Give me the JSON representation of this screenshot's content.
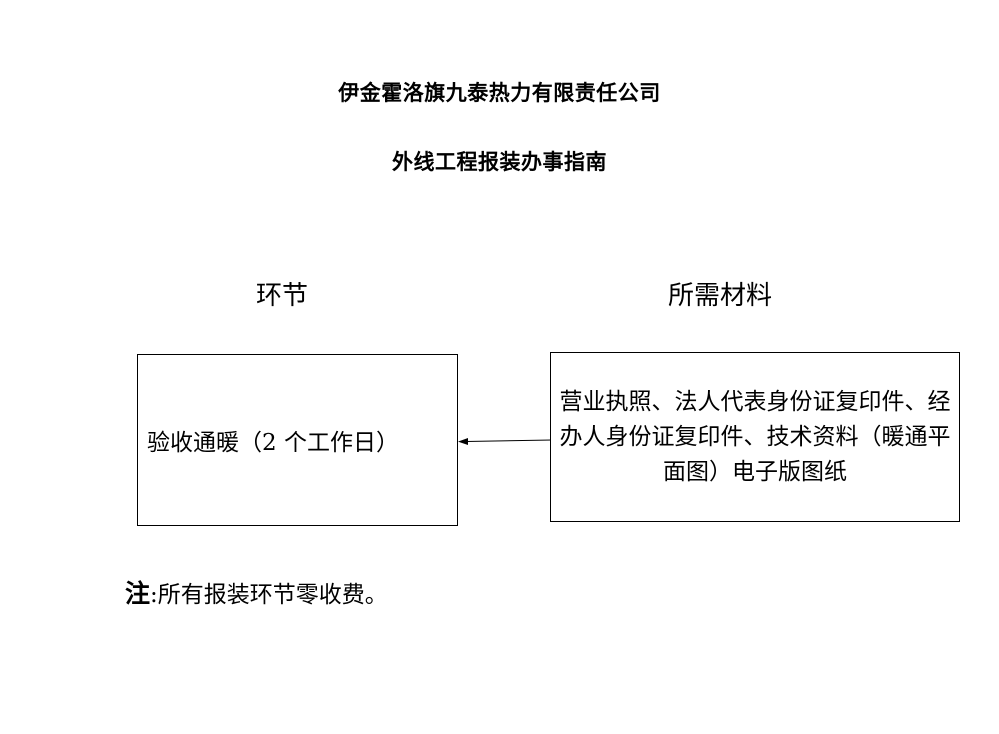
{
  "document": {
    "company_title": "伊金霍洛旗九泰热力有限责任公司",
    "guide_title": "外线工程报装办事指南"
  },
  "headers": {
    "stage": "环节",
    "materials": "所需材料"
  },
  "flow": {
    "stage_text": "验收通暖（2 个工作日）",
    "materials_text": "营业执照、法人代表身份证复印件、经办人身份证复印件、技术资料（暖通平面图）电子版图纸"
  },
  "note": {
    "label": "注",
    "text": ":所有报装环节零收费。"
  },
  "colors": {
    "text": "#000000",
    "border": "#000000",
    "background": "#ffffff"
  },
  "icons": {
    "flow_arrow": "arrow-left"
  }
}
